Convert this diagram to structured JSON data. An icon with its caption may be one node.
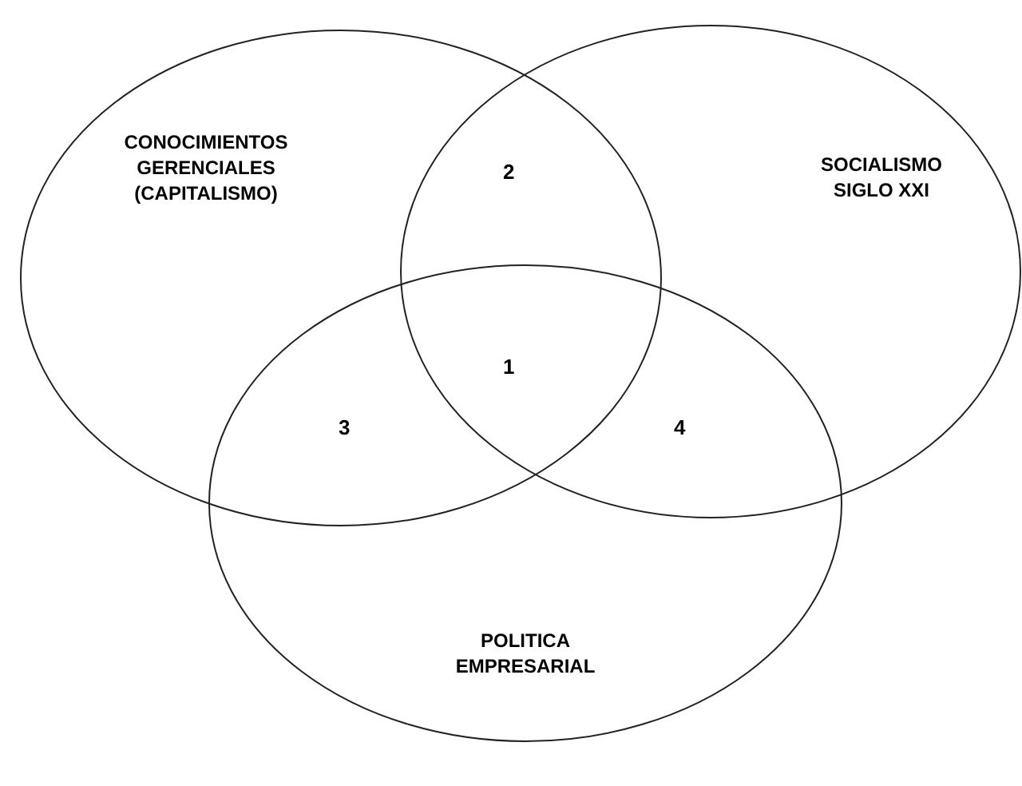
{
  "diagram": {
    "nodes": [
      {
        "text": [
          "CONOCIMIENTOS GERENCIALES (CAPITALISMO)"
        ]
      },
      {
        "text": [
          "SOCIALISMO SIGLO XXI"
        ]
      },
      {
        "text": [
          "POLITICA EMPRESARIAL"
        ]
      }
    ],
    "labels": [
      "2",
      "1",
      "3",
      "4"
    ]
  }
}
